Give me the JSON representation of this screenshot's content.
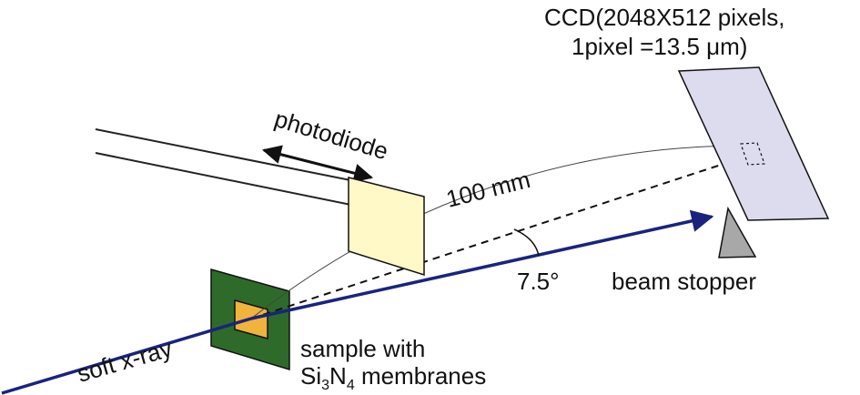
{
  "labels": {
    "ccd_line1": "CCD(2048X512 pixels,",
    "ccd_line2": "1pixel =13.5 μm)",
    "photodiode": "photodiode",
    "distance": "100 mm",
    "angle": "7.5°",
    "beam_stopper": "beam stopper",
    "sample_line1": "sample with",
    "sample_si": "Si",
    "sample_sub3": "3",
    "sample_n": "N",
    "sample_sub4": "4",
    "sample_rest": " membranes",
    "soft_xray": "soft x-ray"
  },
  "colors": {
    "beam": "#1a237e",
    "ccd_fill": "#dcdcee",
    "photodiode_fill": "#fff9c8",
    "sample_frame": "#2e6b2a",
    "sample_window": "#f0b43c",
    "stopper": "#a8a8a8",
    "line": "#222222"
  }
}
